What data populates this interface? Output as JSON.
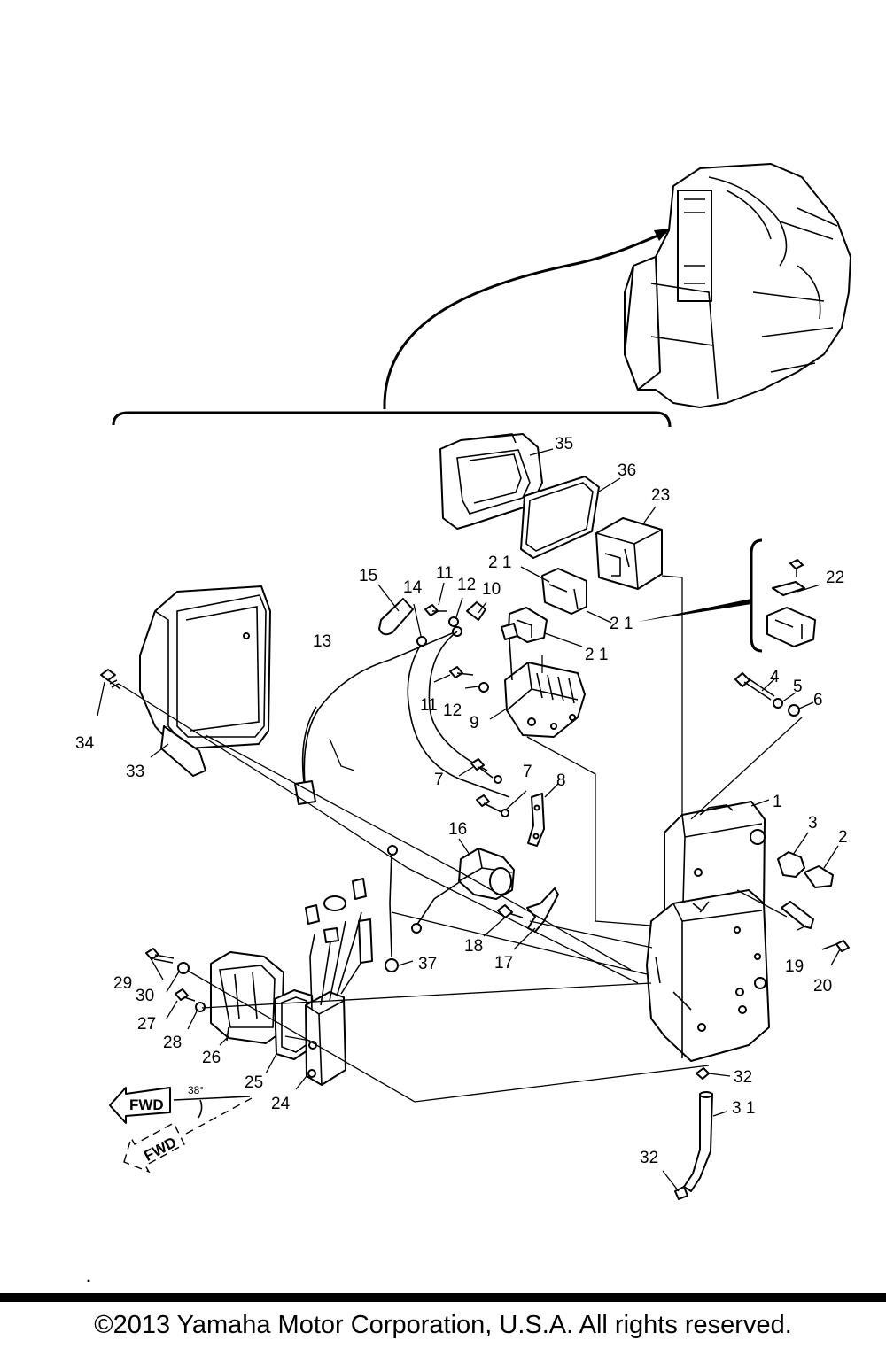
{
  "callouts": {
    "c1": "1",
    "c2": "2",
    "c3": "3",
    "c4": "4",
    "c5": "5",
    "c6": "6",
    "c7a": "7",
    "c7b": "7",
    "c8": "8",
    "c9": "9",
    "c10": "10",
    "c11a": "11",
    "c11b": "11",
    "c12a": "12",
    "c12b": "12",
    "c13": "13",
    "c14": "14",
    "c15": "15",
    "c16": "16",
    "c17": "17",
    "c18": "18",
    "c19": "19",
    "c20": "20",
    "c21a": "2 1",
    "c21b": "2 1",
    "c21c": "2 1",
    "c22": "22",
    "c23": "23",
    "c24": "24",
    "c25": "25",
    "c26": "26",
    "c27": "27",
    "c28": "28",
    "c29": "29",
    "c30": "30",
    "c31": "3 1",
    "c32a": "32",
    "c32b": "32",
    "c33": "33",
    "c34": "34",
    "c35": "35",
    "c36": "36",
    "c37": "37"
  },
  "orientation": {
    "fwd_label": "FWD",
    "fwd_ghost_label": "FWD",
    "angle_label": "38°"
  },
  "footer": {
    "copyright": "©2013 Yamaha Motor Corporation, U.S.A. All rights reserved."
  }
}
